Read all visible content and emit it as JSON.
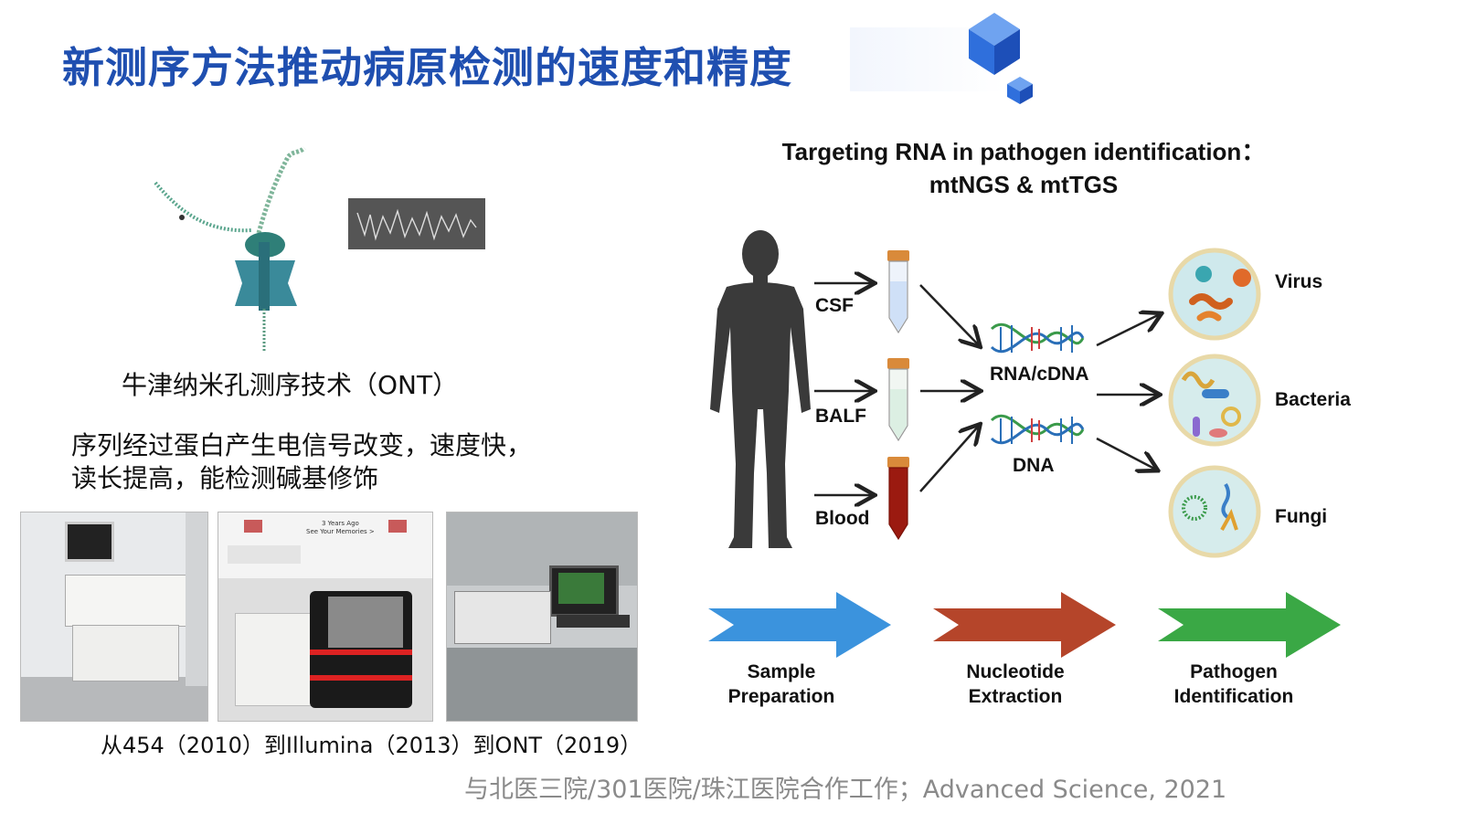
{
  "slide": {
    "title": "新测序方法推动病原检测的速度和精度",
    "ont_caption": "牛津纳米孔测序技术（ONT）",
    "description_line1": "序列经过蛋白产生电信号改变，速度快，",
    "description_line2": "读长提高，能检测碱基修饰",
    "years_caption": "从454（2010）到Illumina（2013）到ONT（2019）",
    "footnote": "与北医三院/301医院/珠江医院合作工作；Advanced Science, 2021",
    "photo_screen_line1": "3 Years Ago",
    "photo_screen_line2": "See Your Memories >"
  },
  "figure": {
    "title_line1": "Targeting RNA in pathogen identification：",
    "title_line2": "mtNGS & mtTGS",
    "samples": [
      "CSF",
      "BALF",
      "Blood"
    ],
    "nucleic_acids": [
      "RNA/cDNA",
      "DNA"
    ],
    "pathogens": [
      "Virus",
      "Bacteria",
      "Fungi"
    ],
    "steps": [
      {
        "line1": "Sample",
        "line2": "Preparation",
        "color": "#3b93dd"
      },
      {
        "line1": "Nucleotide",
        "line2": "Extraction",
        "color": "#b5452a"
      },
      {
        "line1": "Pathogen",
        "line2": "Identification",
        "color": "#3aa845"
      }
    ]
  },
  "colors": {
    "title": "#1f4fb0",
    "silhouette": "#3a3a3a",
    "cube": "#2f6fdc"
  }
}
